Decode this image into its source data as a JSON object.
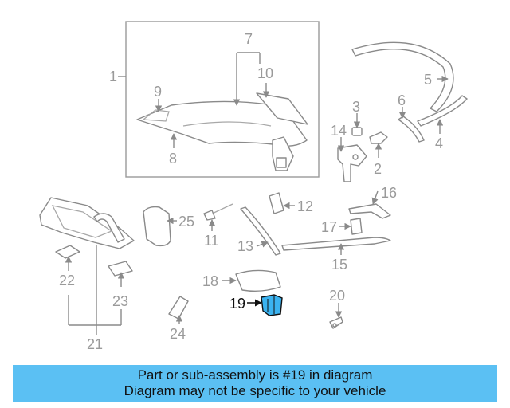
{
  "diagram": {
    "callouts": [
      {
        "n": "1"
      },
      {
        "n": "2"
      },
      {
        "n": "3"
      },
      {
        "n": "4"
      },
      {
        "n": "5"
      },
      {
        "n": "6"
      },
      {
        "n": "7"
      },
      {
        "n": "8"
      },
      {
        "n": "9"
      },
      {
        "n": "10"
      },
      {
        "n": "11"
      },
      {
        "n": "12"
      },
      {
        "n": "13"
      },
      {
        "n": "14"
      },
      {
        "n": "15"
      },
      {
        "n": "16"
      },
      {
        "n": "17"
      },
      {
        "n": "18"
      },
      {
        "n": "19"
      },
      {
        "n": "20"
      },
      {
        "n": "21"
      },
      {
        "n": "22"
      },
      {
        "n": "23"
      },
      {
        "n": "24"
      },
      {
        "n": "25"
      }
    ],
    "highlight_color": "#3bb3f0",
    "highlighted_part": "19"
  },
  "banner": {
    "line1": "Part or sub-assembly is #19 in diagram",
    "line2": "Diagram may not be specific to your vehicle",
    "background": "#5bc0f3"
  }
}
